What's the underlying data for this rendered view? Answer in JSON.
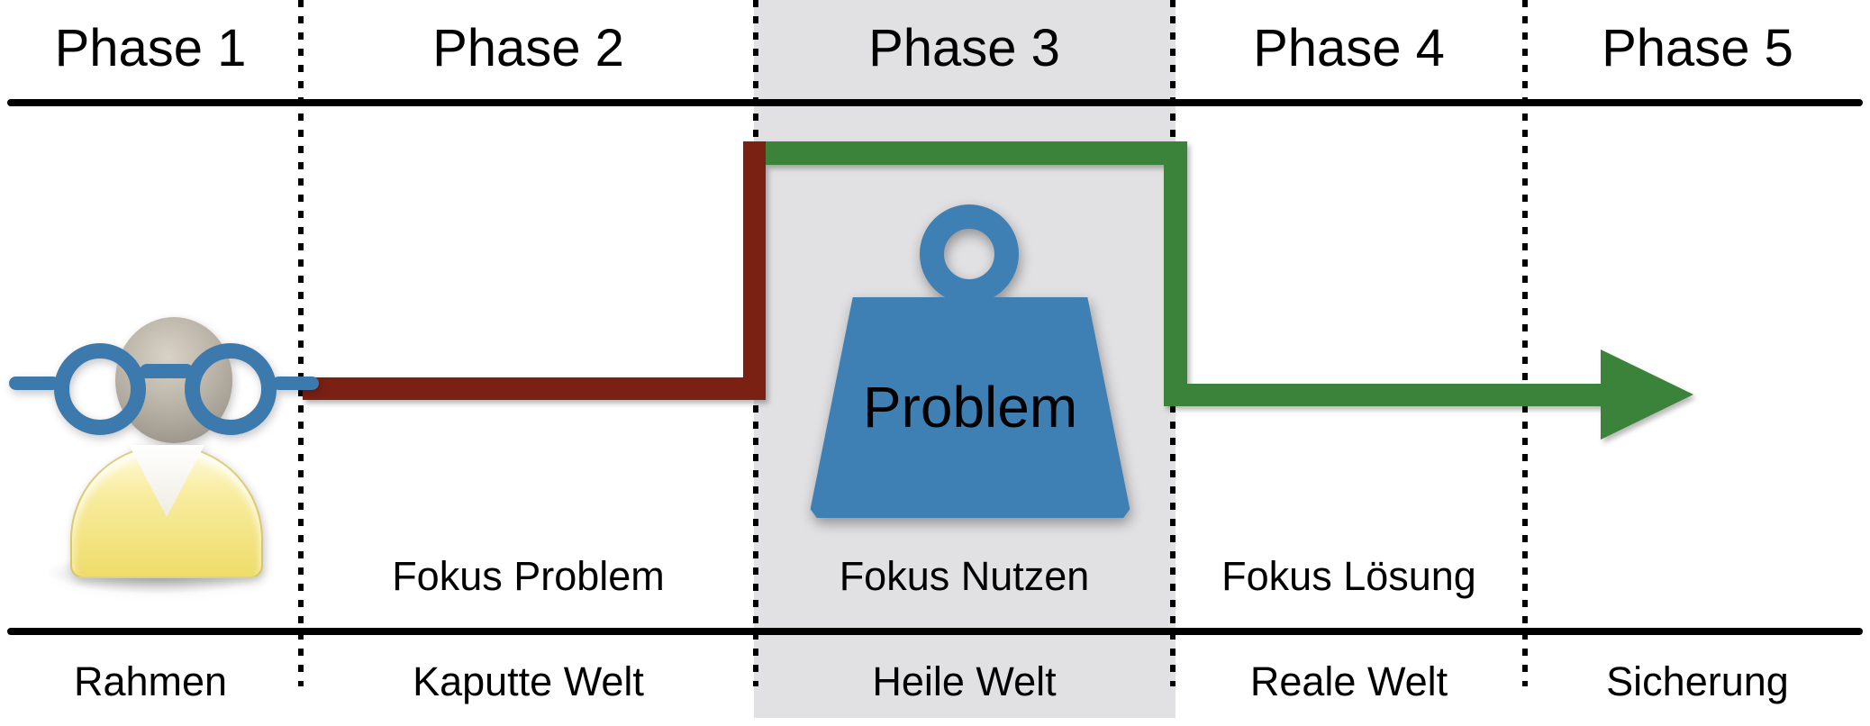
{
  "diagram": {
    "phases": [
      {
        "header": "Phase 1",
        "focus": "",
        "world": "Rahmen"
      },
      {
        "header": "Phase 2",
        "focus": "Fokus Problem",
        "world": "Kaputte Welt"
      },
      {
        "header": "Phase 3",
        "focus": "Fokus Nutzen",
        "world": "Heile Welt"
      },
      {
        "header": "Phase 4",
        "focus": "Fokus Lösung",
        "world": "Reale Welt"
      },
      {
        "header": "Phase 5",
        "focus": "",
        "world": "Sicherung"
      }
    ],
    "weight_label": "Problem",
    "colors": {
      "highlight_column_gray": "#e1e1e3",
      "path_red": "#7b2114",
      "path_green": "#3b833b",
      "icon_blue": "#3f80b4",
      "text": "#000000"
    }
  }
}
